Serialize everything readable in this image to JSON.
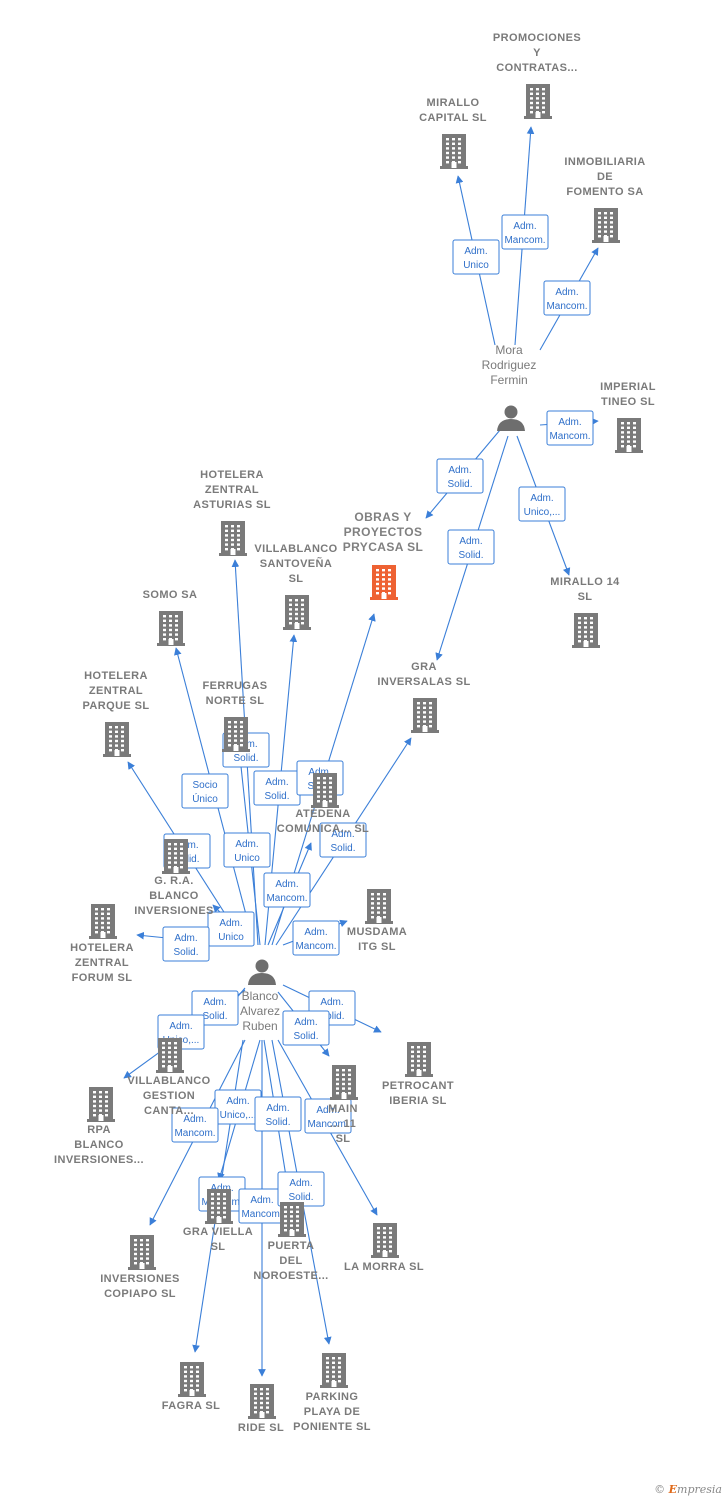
{
  "colors": {
    "edge": "#3b7fd8",
    "building": "#7a7a7a",
    "focus_building": "#ee6233",
    "person": "#6e6e6e"
  },
  "people": [
    {
      "id": "mora",
      "lines": [
        "Mora",
        "Rodriguez",
        "Fermin"
      ]
    },
    {
      "id": "blanco",
      "lines": [
        "Blanco",
        "Alvarez",
        "Ruben"
      ]
    }
  ],
  "companies": [
    {
      "id": "promociones",
      "lines": [
        "PROMOCIONES",
        "Y",
        "CONTRATAS..."
      ]
    },
    {
      "id": "mirallo_capital",
      "lines": [
        "MIRALLO",
        "CAPITAL  SL"
      ]
    },
    {
      "id": "inmobiliaria",
      "lines": [
        "INMOBILIARIA",
        "DE",
        "FOMENTO SA"
      ]
    },
    {
      "id": "imperial",
      "lines": [
        "IMPERIAL",
        "TINEO SL"
      ]
    },
    {
      "id": "mirallo14",
      "lines": [
        "MIRALLO 14",
        "SL"
      ]
    },
    {
      "id": "obras",
      "lines": [
        "OBRAS Y",
        "PROYECTOS",
        "PRYCASA  SL"
      ],
      "focus": true
    },
    {
      "id": "hotelera_asturias",
      "lines": [
        "HOTELERA",
        "ZENTRAL",
        "ASTURIAS  SL"
      ]
    },
    {
      "id": "villablanco_sant",
      "lines": [
        "VILLABLANCO",
        "SANTOVEÑA",
        "SL"
      ]
    },
    {
      "id": "somo",
      "lines": [
        "SOMO SA"
      ]
    },
    {
      "id": "gra_inversalas",
      "lines": [
        "GRA",
        "INVERSALAS SL"
      ]
    },
    {
      "id": "hotelera_parque",
      "lines": [
        "HOTELERA",
        "ZENTRAL",
        "PARQUE  SL"
      ]
    },
    {
      "id": "ferrugas",
      "lines": [
        "FERRUGAS",
        "NORTE  SL"
      ]
    },
    {
      "id": "atedena",
      "lines": [
        "ATEDENA",
        "COMUNICA... SL"
      ]
    },
    {
      "id": "gra_blanco",
      "lines": [
        "G. R.A.",
        "BLANCO",
        "INVERSIONES"
      ]
    },
    {
      "id": "hotelera_forum",
      "lines": [
        "HOTELERA",
        "ZENTRAL",
        "FORUM  SL"
      ]
    },
    {
      "id": "musdama",
      "lines": [
        "MUSDAMA",
        "ITG  SL"
      ]
    },
    {
      "id": "petrocant",
      "lines": [
        "PETROCANT",
        "IBERIA  SL"
      ]
    },
    {
      "id": "villablanco_gest",
      "lines": [
        "VILLABLANCO",
        "GESTION",
        "CANTA..."
      ]
    },
    {
      "id": "main11",
      "lines": [
        "MAIN",
        "... 11",
        "SL"
      ]
    },
    {
      "id": "rpa",
      "lines": [
        "RPA",
        "BLANCO",
        "INVERSIONES..."
      ]
    },
    {
      "id": "gra_viella",
      "lines": [
        "GRA VIELLA",
        "SL"
      ]
    },
    {
      "id": "puerta",
      "lines": [
        "PUERTA",
        "DEL",
        "NOROESTE..."
      ]
    },
    {
      "id": "la_morra",
      "lines": [
        "LA MORRA SL"
      ]
    },
    {
      "id": "copiapo",
      "lines": [
        "INVERSIONES",
        "COPIAPO  SL"
      ]
    },
    {
      "id": "fagra",
      "lines": [
        "FAGRA SL"
      ]
    },
    {
      "id": "ride",
      "lines": [
        "RIDE SL"
      ]
    },
    {
      "id": "parking",
      "lines": [
        "PARKING",
        "PLAYA DE",
        "PONIENTE  SL"
      ]
    }
  ],
  "relations": [
    {
      "from": "mora",
      "to": "mirallo_capital",
      "lines": [
        "Adm.",
        "Unico"
      ]
    },
    {
      "from": "mora",
      "to": "promociones",
      "lines": [
        "Adm.",
        "Mancom."
      ]
    },
    {
      "from": "mora",
      "to": "inmobiliaria",
      "lines": [
        "Adm.",
        "Mancom."
      ]
    },
    {
      "from": "mora",
      "to": "imperial",
      "lines": [
        "Adm.",
        "Mancom."
      ]
    },
    {
      "from": "mora",
      "to": "obras",
      "lines": [
        "Adm.",
        "Solid."
      ]
    },
    {
      "from": "mora",
      "to": "mirallo14",
      "lines": [
        "Adm.",
        "Unico,..."
      ]
    },
    {
      "from": "mora",
      "to": "gra_inversalas",
      "lines": [
        "Adm.",
        "Solid."
      ]
    },
    {
      "from": "blanco",
      "to": "hotelera_asturias",
      "lines": [
        "Adm.",
        "Solid."
      ]
    },
    {
      "from": "blanco",
      "to": "somo",
      "lines": [
        "Socio",
        "Único"
      ]
    },
    {
      "from": "blanco",
      "to": "villablanco_sant",
      "lines": [
        "Adm.",
        "Solid."
      ]
    },
    {
      "from": "blanco",
      "to": "obras",
      "lines": [
        "Adm.",
        "Solid."
      ]
    },
    {
      "from": "blanco",
      "to": "hotelera_parque",
      "lines": [
        "Adm.",
        "Solid."
      ]
    },
    {
      "from": "blanco",
      "to": "ferrugas",
      "lines": [
        "Adm.",
        "Unico"
      ]
    },
    {
      "from": "blanco",
      "to": "gra_inversalas",
      "lines": [
        "Adm.",
        "Solid."
      ]
    },
    {
      "from": "blanco",
      "to": "atedena",
      "lines": [
        "Adm.",
        "Mancom."
      ]
    },
    {
      "from": "blanco",
      "to": "gra_blanco",
      "lines": [
        "Adm.",
        "Unico"
      ]
    },
    {
      "from": "blanco",
      "to": "hotelera_forum",
      "lines": [
        "Adm.",
        "Solid."
      ]
    },
    {
      "from": "blanco",
      "to": "musdama",
      "lines": [
        "Adm.",
        "Mancom."
      ]
    },
    {
      "from": "blanco",
      "to": "petrocant",
      "lines": [
        "Adm.",
        "Solid."
      ]
    },
    {
      "from": "blanco",
      "to": "villablanco_gest",
      "lines": [
        "Adm.",
        "Solid."
      ]
    },
    {
      "from": "blanco",
      "to": "main11",
      "lines": [
        "Adm.",
        "Solid."
      ]
    },
    {
      "from": "blanco",
      "to": "rpa",
      "lines": [
        "Adm.",
        "Unico,..."
      ]
    },
    {
      "from": "blanco",
      "to": "gra_viella",
      "lines": [
        "Adm.",
        "Unico,..."
      ]
    },
    {
      "from": "blanco",
      "to": "copiapo",
      "lines": [
        "Adm.",
        "Mancom."
      ]
    },
    {
      "from": "blanco",
      "to": "puerta",
      "lines": [
        "Adm.",
        "Solid."
      ]
    },
    {
      "from": "blanco",
      "to": "la_morra",
      "lines": [
        "Adm.",
        "Mancom."
      ]
    },
    {
      "from": "blanco",
      "to": "fagra",
      "lines": [
        "Adm.",
        "Mancom."
      ]
    },
    {
      "from": "blanco",
      "to": "ride",
      "lines": [
        "Adm.",
        "Mancom."
      ]
    },
    {
      "from": "blanco",
      "to": "parking",
      "lines": [
        "Adm.",
        "Solid."
      ]
    }
  ],
  "footer": {
    "copyright": "©",
    "brand_initial": "E",
    "brand_rest": "mpresia"
  }
}
